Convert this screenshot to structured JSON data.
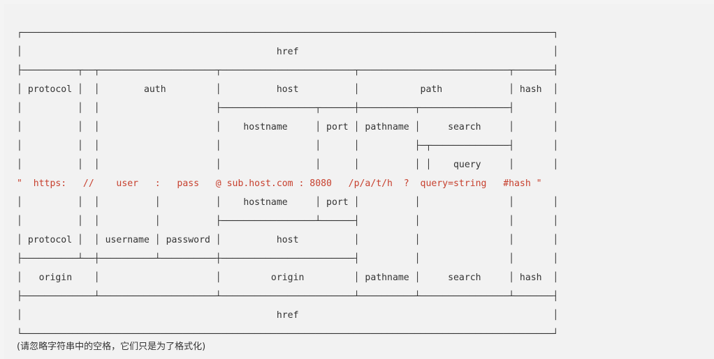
{
  "colors": {
    "background": "#f2f2f2",
    "text": "#333333",
    "url_highlight": "#c7402e"
  },
  "diagram": {
    "lines": [
      "┌────────────────────────────────────────────────────────────────────────────────────────────────┐",
      "│                                              href                                              │",
      "├──────────┬──┬─────────────────────┬────────────────────────┬───────────────────────────┬───────┤",
      "│ protocol │  │        auth         │          host          │           path            │ hash  │",
      "│          │  │                     ├─────────────────┬──────┼──────────┬────────────────┤       │",
      "│          │  │                     │    hostname     │ port │ pathname │     search     │       │",
      "│          │  │                     │                 │      │          ├─┬──────────────┤       │",
      "│          │  │                     │                 │      │          │ │    query     │       │",
      "\"  https:   //    user   :   pass   @ sub.host.com : 8080   /p/a/t/h  ?  query=string   #hash \"",
      "│          │  │          │          │    hostname     │ port │          │                │       │",
      "│          │  │          │          ├─────────────────┴──────┤          │                │       │",
      "│ protocol │  │ username │ password │          host          │          │                │       │",
      "├──────────┴──┼──────────┴──────────┼────────────────────────┤          │                │       │",
      "│   origin    │                     │         origin         │ pathname │     search     │ hash  │",
      "├─────────────┴─────────────────────┴────────────────────────┴──────────┴────────────────┴───────┤",
      "│                                              href                                              │",
      "└────────────────────────────────────────────────────────────────────────────────────────────────┘"
    ],
    "highlight_line": 8
  },
  "footnote": "(请忽略字符串中的空格，它们只是为了格式化)"
}
